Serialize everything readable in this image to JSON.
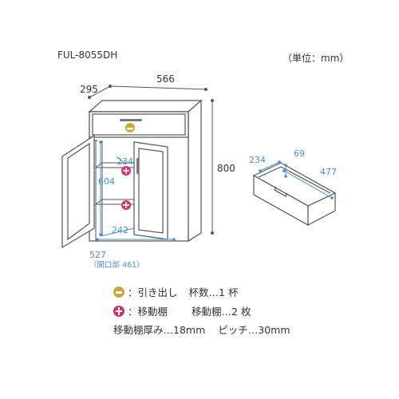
{
  "header": {
    "model": "FUL-8055DH",
    "unit": "（単位：mm）"
  },
  "dimensions": {
    "depth": "295",
    "width": "566",
    "height": "800",
    "inner_depth": "234",
    "inner_height": "604",
    "inner_bottom_depth": "242",
    "inner_width": "527",
    "opening_note": "（開口部 461）"
  },
  "drawer": {
    "depth": "234",
    "height": "69",
    "width": "477"
  },
  "legend": {
    "drawer_label": "：引き出し",
    "drawer_count": "杯数…1 杯",
    "shelf_label": "：移動棚",
    "shelf_count": "移動棚…2 枚",
    "shelf_thickness": "移動棚厚み…18mm",
    "pitch": "ピッチ…30mm"
  },
  "colors": {
    "line": "#555555",
    "dim_blue": "#4a90c8",
    "gold": "#c9a640",
    "magenta": "#c8386a"
  }
}
